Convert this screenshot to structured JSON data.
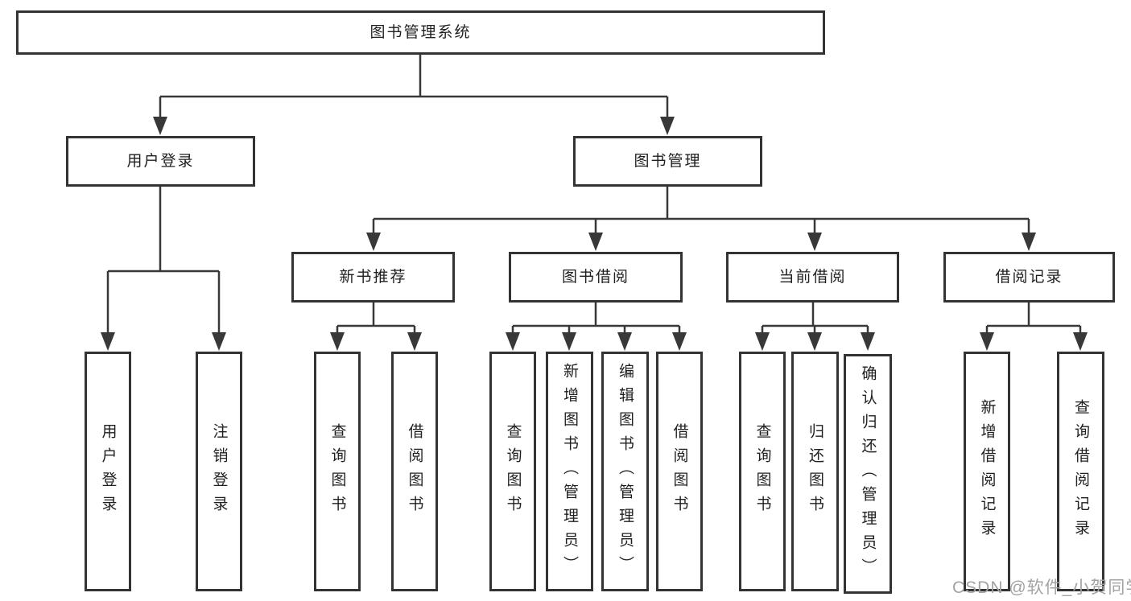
{
  "diagram": {
    "root": {
      "label": "图书管理系统",
      "children": [
        {
          "label": "用户登录",
          "children": [
            {
              "label": "用户登录"
            },
            {
              "label": "注销登录"
            }
          ]
        },
        {
          "label": "图书管理",
          "children": [
            {
              "label": "新书推荐",
              "children": [
                {
                  "label": "查询图书"
                },
                {
                  "label": "借阅图书"
                }
              ]
            },
            {
              "label": "图书借阅",
              "children": [
                {
                  "label": "查询图书"
                },
                {
                  "label": "新增图书（管理员）"
                },
                {
                  "label": "编辑图书（管理员）"
                },
                {
                  "label": "借阅图书"
                }
              ]
            },
            {
              "label": "当前借阅",
              "children": [
                {
                  "label": "查询图书"
                },
                {
                  "label": "归还图书"
                },
                {
                  "label": "确认归还（管理员）"
                }
              ]
            },
            {
              "label": "借阅记录",
              "children": [
                {
                  "label": "新增借阅记录"
                },
                {
                  "label": "查询借阅记录"
                }
              ]
            }
          ]
        }
      ]
    }
  },
  "watermark": {
    "text": "CSDN @软件_小贺同学"
  },
  "colors": {
    "line": "#383838",
    "border": "#333333",
    "text": "#1f1f1f",
    "watermark": "#a3a3a3"
  }
}
